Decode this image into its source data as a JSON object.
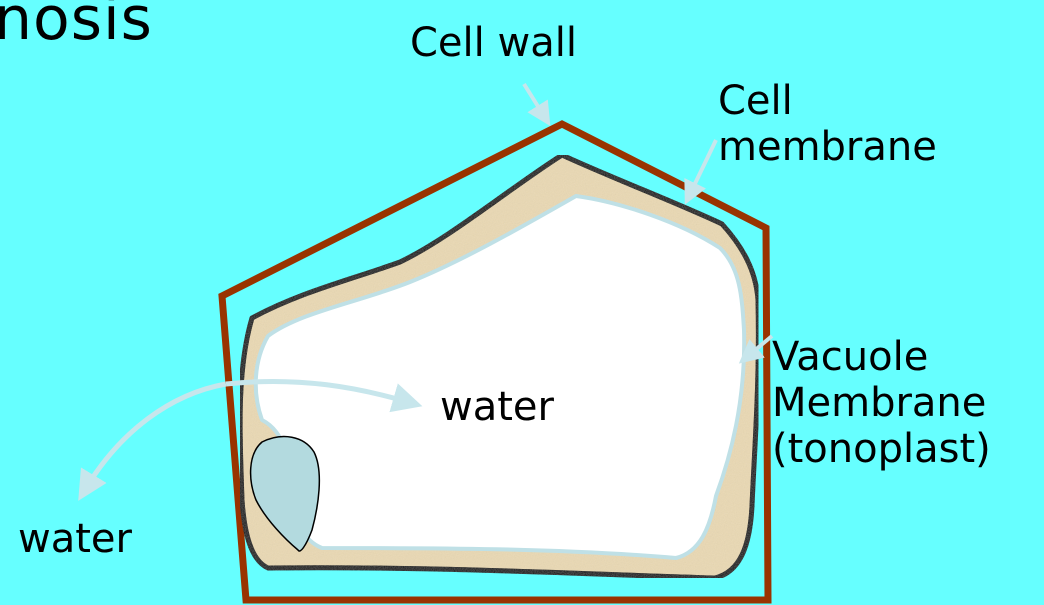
{
  "colors": {
    "background": "#66FFFF",
    "cell_wall": "#993300",
    "cell_membrane": "#000000",
    "cytoplasm": "#EAD9B3",
    "vacuole": "#FFFFFF",
    "tonoplast": "#BFE0E6",
    "nucleus": "#B3DADF",
    "arrow": "#C7E6EC",
    "text": "#000000"
  },
  "title_fragment": "nosis",
  "labels": {
    "cell_wall": "Cell wall",
    "cell_membrane": [
      "Cell",
      "membrane"
    ],
    "vacuole_membrane": [
      "Vacuole",
      "Membrane",
      "(tonoplast)"
    ],
    "water_inside": "water",
    "water_outside": "water"
  }
}
